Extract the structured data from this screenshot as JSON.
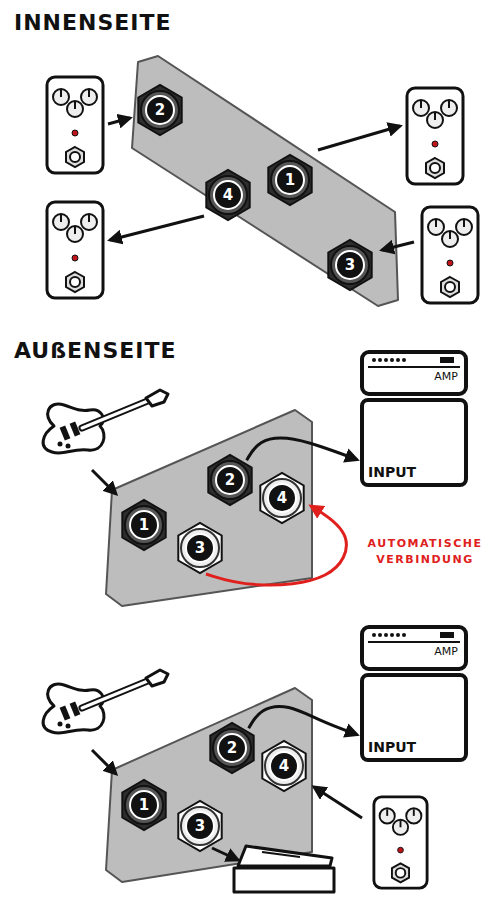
{
  "diagram": {
    "nodes": [
      {
        "text": [
          "2"
        ]
      },
      {
        "text": [
          "1"
        ]
      },
      {
        "text": [
          "4"
        ]
      },
      {
        "text": [
          "3"
        ]
      },
      {
        "text": [
          "AMP",
          "INPUT"
        ]
      },
      {
        "text": [
          "2"
        ]
      },
      {
        "text": [
          "4"
        ]
      },
      {
        "text": [
          "1"
        ]
      },
      {
        "text": [
          "3"
        ]
      },
      {
        "text": [
          "AMP",
          "INPUT"
        ]
      },
      {
        "text": [
          "2"
        ]
      },
      {
        "text": [
          "4"
        ]
      },
      {
        "text": [
          "1"
        ]
      },
      {
        "text": [
          "3"
        ]
      }
    ],
    "edges": [
      {
        "from": 5,
        "to": 4,
        "arrow": "to"
      },
      {
        "from": 8,
        "to": 6,
        "label": "AUTOMATISCHE VERBINDUNG",
        "arrow": "to"
      },
      {
        "from": 10,
        "to": 9,
        "arrow": "to"
      }
    ],
    "labels": [
      "INNENSEITE",
      "AUßENSEITE"
    ]
  }
}
